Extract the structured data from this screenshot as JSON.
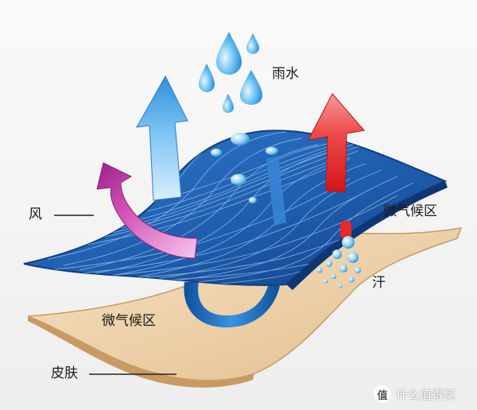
{
  "labels": {
    "rain": "雨水",
    "wind": "风",
    "microclimate_top": "微气候区",
    "sweat": "汗",
    "microclimate_bottom": "微气候区",
    "skin": "皮肤"
  },
  "watermark": {
    "text": "什么值得买",
    "badge": "值"
  },
  "colors": {
    "fabric_blue": "#1f5fb0",
    "fabric_dark": "#123f80",
    "grid_line": "#9fc4ef",
    "skin_beige": "#eccfa2",
    "skin_edge": "#c79a66",
    "arrow_blue": "#5fb4ef",
    "arrow_red": "#e8282b",
    "arrow_magenta": "#c23ba5",
    "water_drop": "#4fb3ee"
  },
  "icons": [
    "water-drop-icon",
    "bubble-icon"
  ]
}
